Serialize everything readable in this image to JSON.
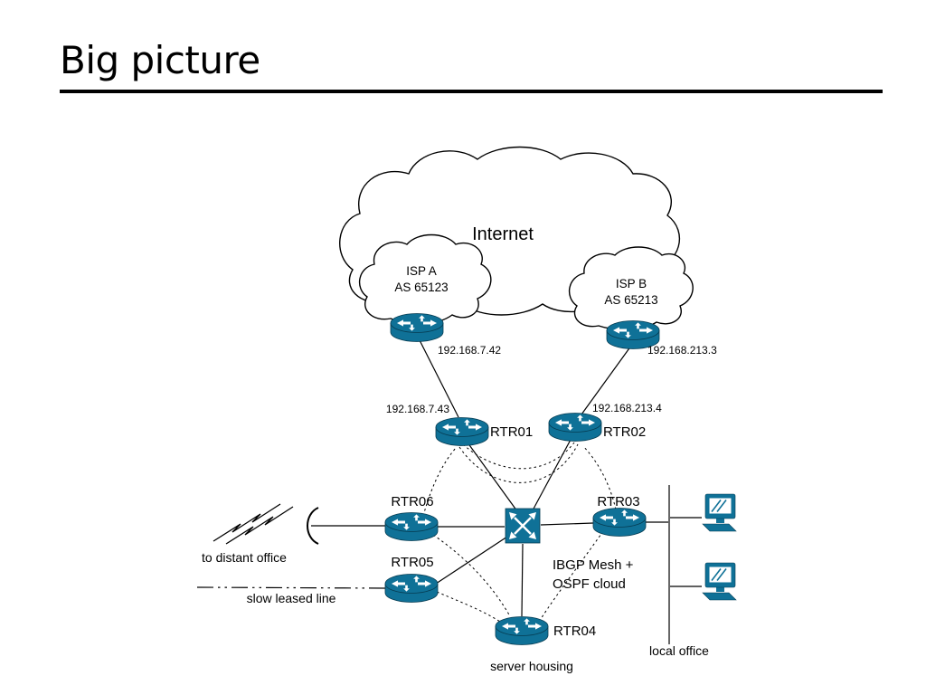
{
  "slide": {
    "title": "Big picture"
  },
  "diagram": {
    "internet": {
      "label": "Internet"
    },
    "isp_a": {
      "name": "ISP A",
      "asn": "AS 65123",
      "ip": "192.168.7.42"
    },
    "isp_b": {
      "name": "ISP B",
      "asn": "AS 65213",
      "ip": "192.168.213.3"
    },
    "rtr01": {
      "label": "RTR01",
      "ip": "192.168.7.43"
    },
    "rtr02": {
      "label": "RTR02",
      "ip": "192.168.213.4"
    },
    "rtr03": {
      "label": "RTR03"
    },
    "rtr04": {
      "label": "RTR04"
    },
    "rtr05": {
      "label": "RTR05"
    },
    "rtr06": {
      "label": "RTR06"
    },
    "labels": {
      "to_distant_office": "to distant office",
      "slow_leased_line": "slow leased line",
      "ibgp_line1": "IBGP Mesh +",
      "ibgp_line2": "OSPF cloud",
      "server_housing": "server housing",
      "local_office": "local office"
    }
  },
  "colors": {
    "device": "#0f7197",
    "device_dark": "#063c52"
  }
}
